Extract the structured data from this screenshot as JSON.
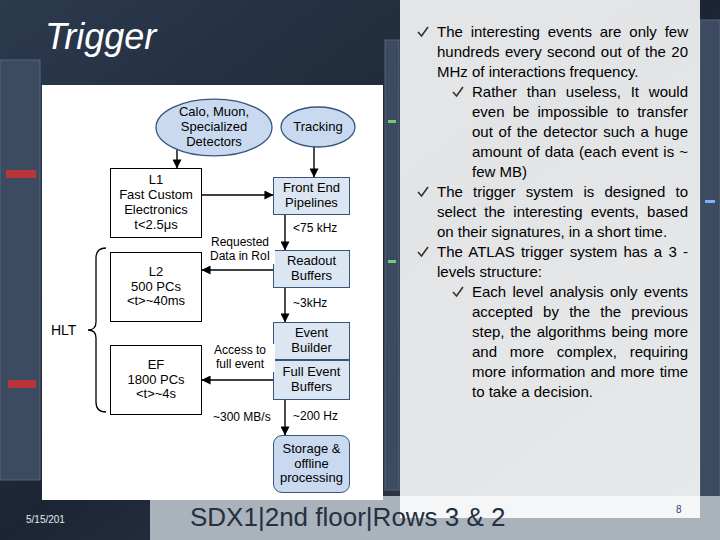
{
  "diagram": {
    "title": "Trigger",
    "nodes": [
      {
        "text": [
          "Calo, Muon, Specialized Detectors"
        ]
      },
      {
        "text": [
          "Tracking"
        ]
      },
      {
        "text": [
          "L1",
          "Fast Custom Electronics t<2.5μs"
        ]
      },
      {
        "text": [
          "Front End Pipelines"
        ]
      },
      {
        "text": [
          "L2",
          "500 PCs <t>~40ms"
        ]
      },
      {
        "text": [
          "Readout Buffers"
        ]
      },
      {
        "text": [
          "EF",
          "1800 PCs <t>~4s"
        ]
      },
      {
        "text": [
          "Event Builder"
        ]
      },
      {
        "text": [
          "Full Event Buffers"
        ]
      },
      {
        "text": [
          "Storage & offline processing"
        ]
      }
    ],
    "edges": [
      {
        "from": 0,
        "to": 2,
        "arrow": "to"
      },
      {
        "from": 1,
        "to": 3,
        "arrow": "to"
      },
      {
        "from": 2,
        "to": 3,
        "arrow": "to"
      },
      {
        "from": 3,
        "to": 5,
        "label": "<75 kHz",
        "arrow": "to"
      },
      {
        "from": 5,
        "to": 4,
        "label": "Requested Data in RoI",
        "arrow": "to"
      },
      {
        "from": 5,
        "to": 7,
        "label": "~3kHz",
        "arrow": "to"
      },
      {
        "from": 8,
        "to": 6,
        "label": "Access to full event",
        "arrow": "to"
      },
      {
        "from": 8,
        "to": 9,
        "label": "~200 Hz",
        "arrow": "to"
      }
    ],
    "labels": [
      "The interesting events are only few hundreds every second out of the 20 MHz of interactions frequency.",
      "Rather than useless, It would even be impossible to transfer out of the detector such a huge amount of data (each event is ~ few MB)",
      "The trigger system is designed to select the interesting events, based on their signatures, in a short time.",
      "The ATLAS trigger system has a 3 -levels structure:",
      "Each level analysis only events accepted by the the previous step, the algorithms being more and more complex, requiring more information and more time to take a decision.",
      "~300 MB/s",
      "HLT",
      "SDX1|2nd floor|Rows 3 & 2",
      "5/15/201",
      "8"
    ]
  }
}
